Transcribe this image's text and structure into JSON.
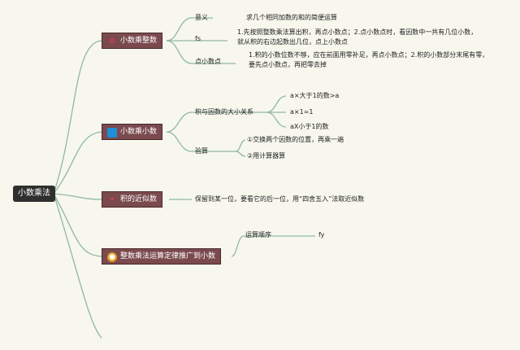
{
  "root": {
    "label": "小数乘法"
  },
  "colors": {
    "line": "#8fb8a2",
    "node_bg": "#7a4a4e",
    "root_bg": "#2f2f2f",
    "background": "#f7f7ee"
  },
  "branches": [
    {
      "label": "小数乘整数",
      "icon": "flower-icon",
      "children": [
        {
          "label": "意义",
          "detail": "求几个相同加数的和的简便运算"
        },
        {
          "label": "fs",
          "detail": "1.先按照整数乘法算出积，再点小数点；2.点小数点时，看因数中一共有几位小数，就从积的右边起数出几位，点上小数点"
        },
        {
          "label": "点小数点",
          "detail": "1.积的小数位数不够，应在前面用零补足，再点小数点；2.积的小数部分末尾有零，要先点小数点，再把零去掉"
        }
      ]
    },
    {
      "label": "小数乘小数",
      "icon": "blue-square-icon",
      "children": [
        {
          "label": "积与因数的大小关系",
          "items": [
            "a×大于1的数>a",
            "a×1=1",
            "aX小于1的数"
          ]
        },
        {
          "label": "验算",
          "items": [
            "①交换两个因数的位置，再乘一遍",
            "②用计算器算"
          ]
        }
      ]
    },
    {
      "label": "积的近似数",
      "icon": "star-icon",
      "detail": "保留到某一位，要看它的后一位，用“四舍五入”法取近似数"
    },
    {
      "label": "整数乘法运算定律推广到小数",
      "icon": "medal-icon",
      "children": [
        {
          "label": "运算顺序",
          "detail": "fy"
        }
      ]
    }
  ]
}
